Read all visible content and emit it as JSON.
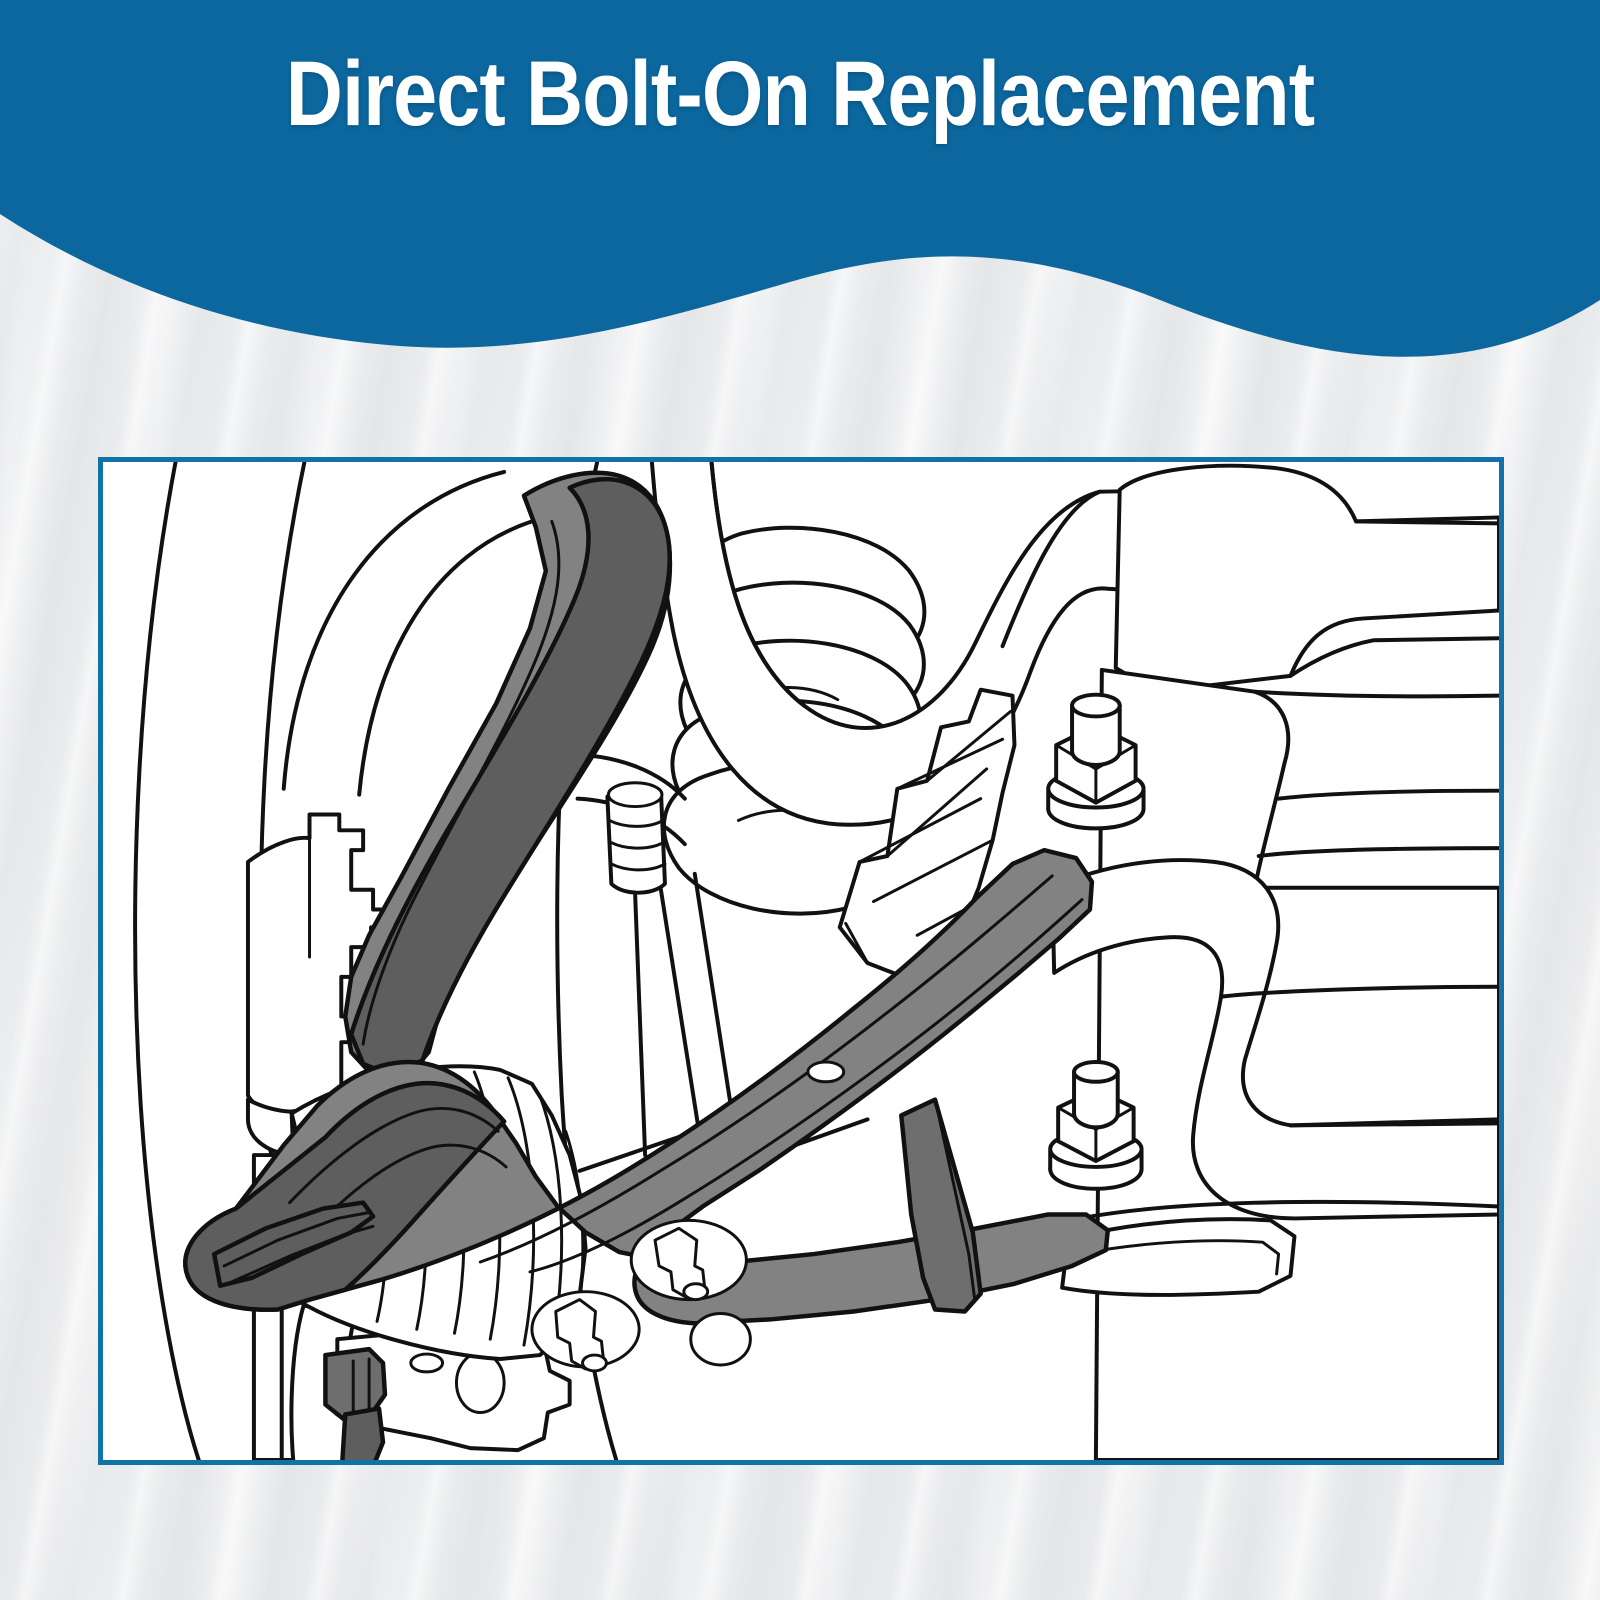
{
  "page": {
    "background_color": "#ecedef",
    "accent_color": "#0b679e"
  },
  "header": {
    "title": "Direct Bolt-On Replacement",
    "background_color": "#0b679e",
    "text_color": "#ffffff",
    "shape": "wave-bottom"
  },
  "illustration": {
    "label": "front-suspension-control-arm-diagram",
    "frame_border_color": "#1172a8",
    "frame_background": "#ffffff",
    "style": "technical line art",
    "highlight_fill": "#828282",
    "highlight_shadow_fill": "#5e5e5e",
    "line_color": "#111111",
    "parts": [
      {
        "name": "tire",
        "highlighted": false
      },
      {
        "name": "wheel-hub",
        "highlighted": false
      },
      {
        "name": "steering-knuckle",
        "highlighted": false
      },
      {
        "name": "upper-control-arm",
        "highlighted": true
      },
      {
        "name": "lower-control-arm",
        "highlighted": true
      },
      {
        "name": "coil-spring",
        "highlighted": false
      },
      {
        "name": "strut",
        "highlighted": false
      },
      {
        "name": "stabilizer-sway-bar",
        "highlighted": false
      },
      {
        "name": "cv-axle-boot",
        "highlighted": false
      },
      {
        "name": "inner-cv-boot",
        "highlighted": false
      },
      {
        "name": "subframe-rail",
        "highlighted": false
      },
      {
        "name": "mounting-bolt-upper",
        "highlighted": false
      },
      {
        "name": "mounting-bolt-lower",
        "highlighted": false
      },
      {
        "name": "ball-joint",
        "highlighted": true
      },
      {
        "name": "brake-sensor-cable",
        "highlighted": false
      }
    ]
  }
}
